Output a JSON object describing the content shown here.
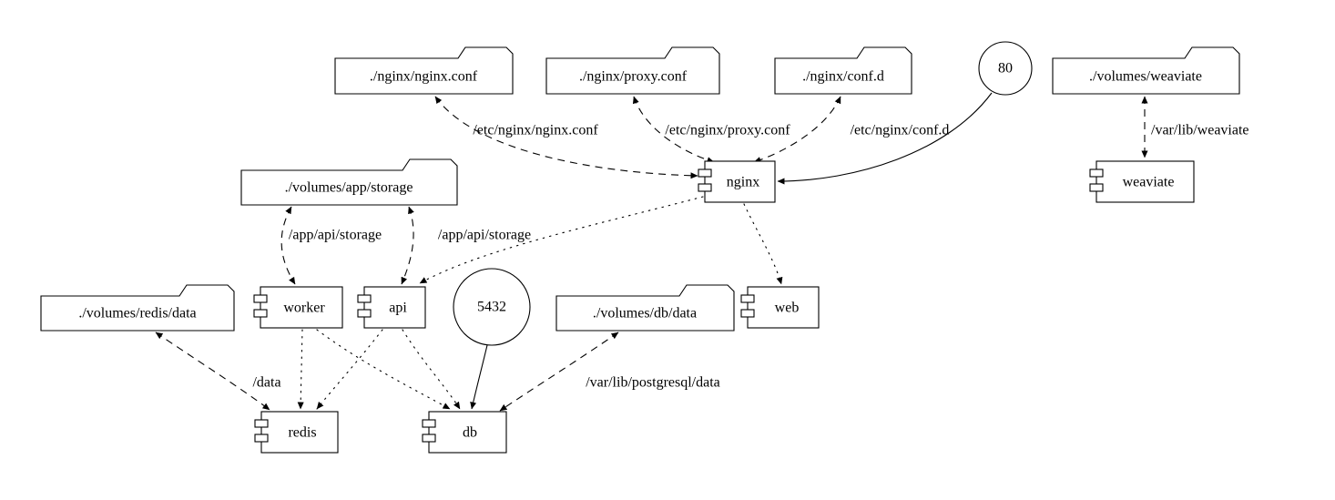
{
  "diagram": {
    "type": "docker-compose-architecture-graph",
    "colors": {
      "stroke": "#000000",
      "background": "#ffffff"
    },
    "volumes": {
      "nginx_conf": "./nginx/nginx.conf",
      "proxy_conf": "./nginx/proxy.conf",
      "conf_d": "./nginx/conf.d",
      "weaviate": "./volumes/weaviate",
      "app_storage": "./volumes/app/storage",
      "redis_data": "./volumes/redis/data",
      "db_data": "./volumes/db/data"
    },
    "services": {
      "nginx": "nginx",
      "weaviate": "weaviate",
      "worker": "worker",
      "api": "api",
      "web": "web",
      "redis": "redis",
      "db": "db"
    },
    "ports": {
      "http": "80",
      "postgres": "5432"
    },
    "mounts": {
      "nginx_conf": "/etc/nginx/nginx.conf",
      "proxy_conf": "/etc/nginx/proxy.conf",
      "conf_d": "/etc/nginx/conf.d",
      "weaviate": "/var/lib/weaviate",
      "worker_storage": "/app/api/storage",
      "api_storage": "/app/api/storage",
      "redis": "/data",
      "db": "/var/lib/postgresql/data"
    }
  }
}
